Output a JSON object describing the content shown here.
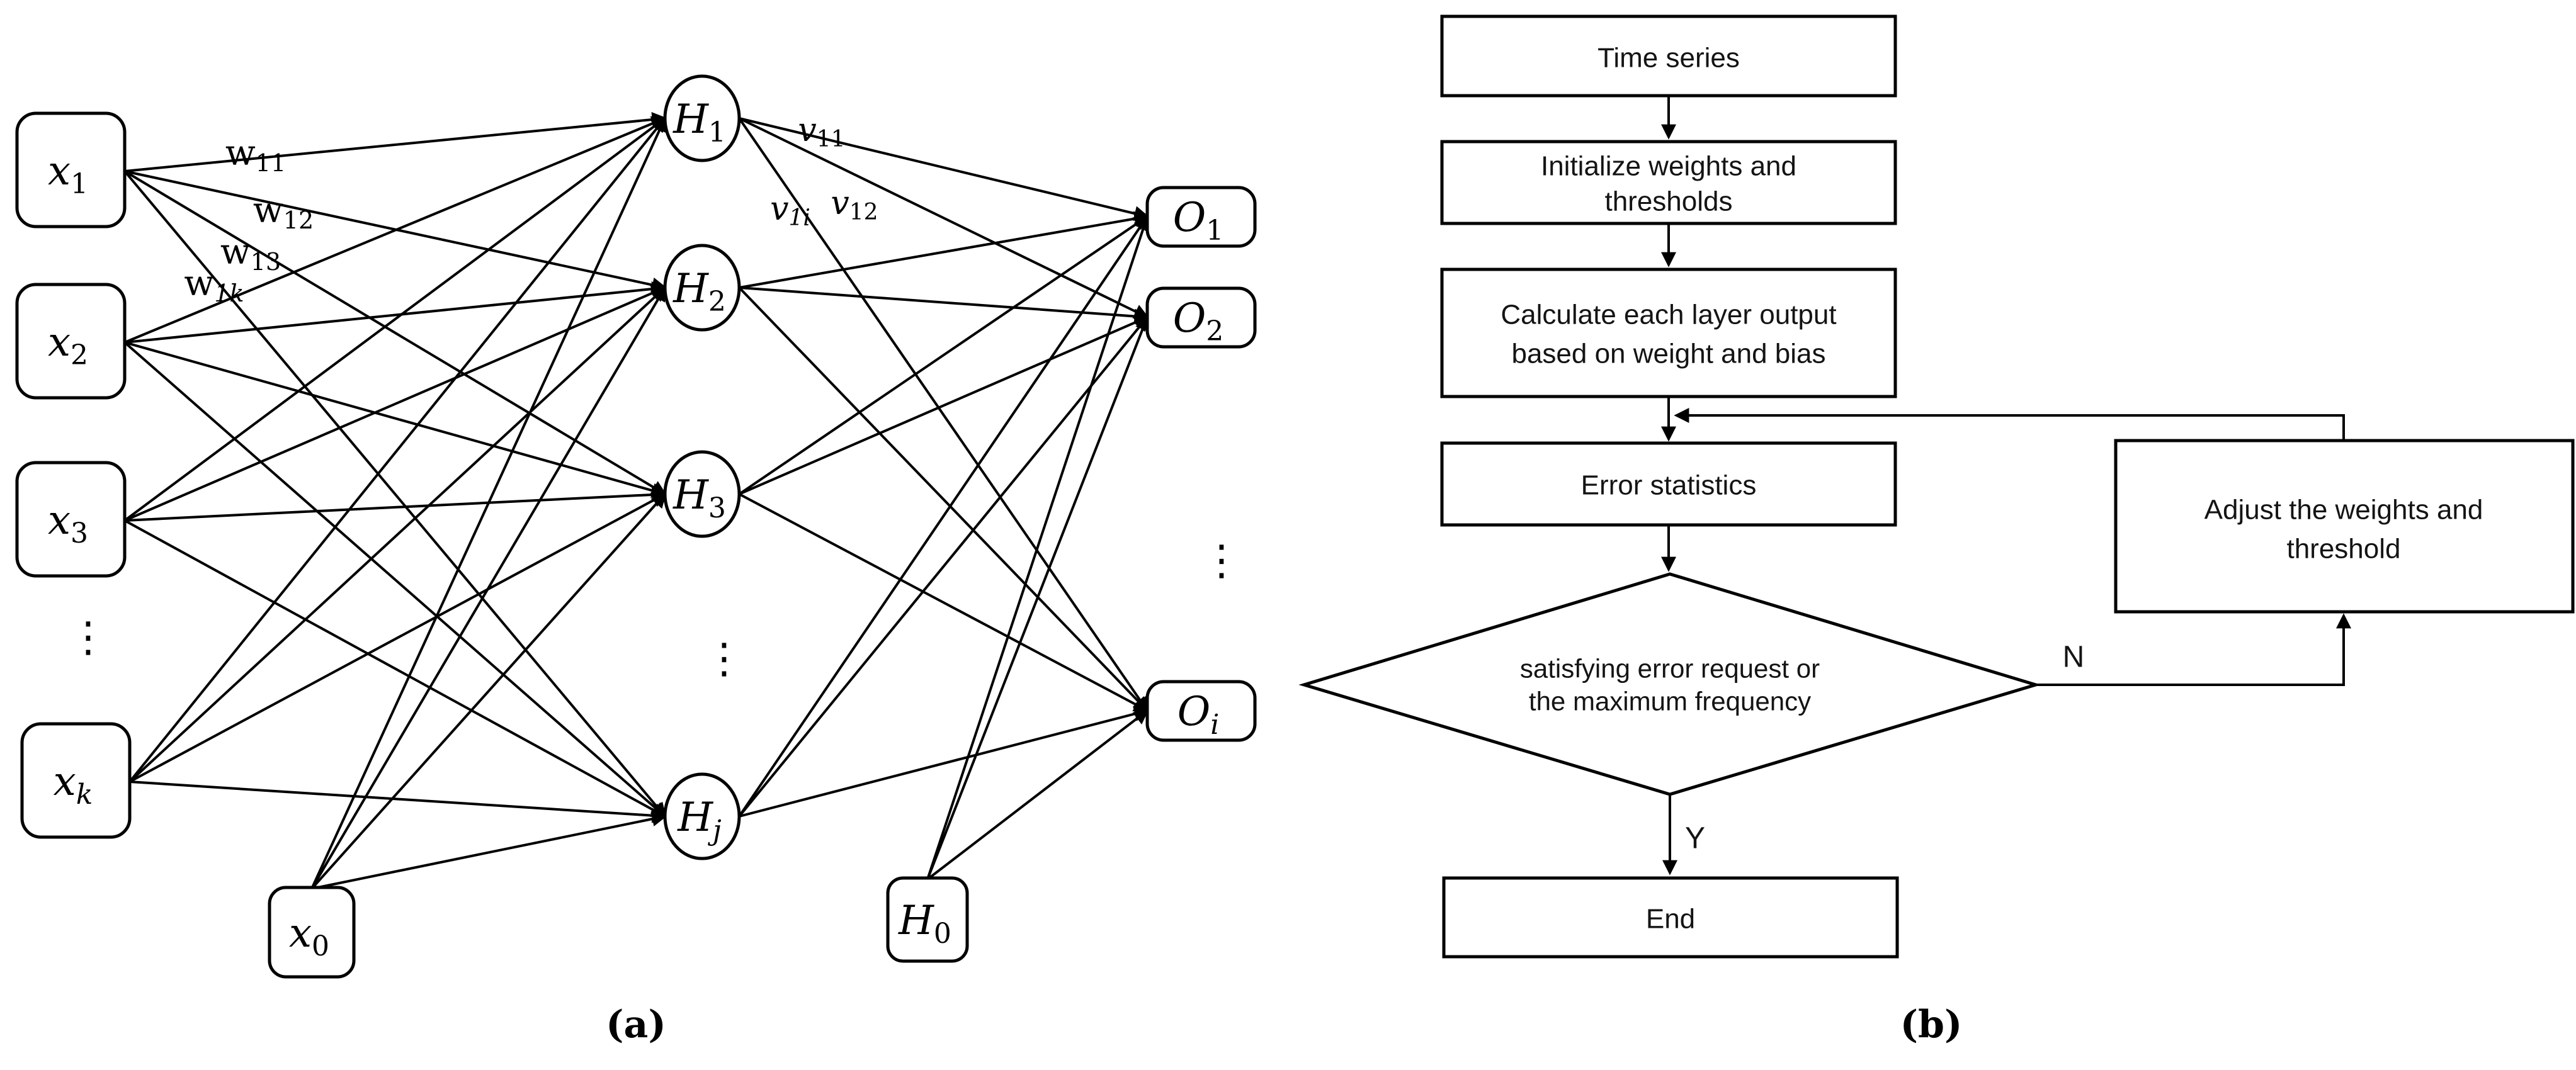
{
  "colors": {
    "ink": "#000000",
    "background": "#ffffff"
  },
  "panel_a": {
    "caption": "(a)",
    "ellipsis": "⋮",
    "input_nodes": [
      {
        "main": "x",
        "sub": "1"
      },
      {
        "main": "x",
        "sub": "2"
      },
      {
        "main": "x",
        "sub": "3"
      },
      {
        "main": "x",
        "sub": "k"
      },
      {
        "main": "x",
        "sub": "0"
      }
    ],
    "hidden_nodes": [
      {
        "main": "H",
        "sub": "1"
      },
      {
        "main": "H",
        "sub": "2"
      },
      {
        "main": "H",
        "sub": "3"
      },
      {
        "main": "H",
        "sub": "j"
      },
      {
        "main": "H",
        "sub": "0"
      }
    ],
    "output_nodes": [
      {
        "main": "O",
        "sub": "1"
      },
      {
        "main": "O",
        "sub": "2"
      },
      {
        "main": "O",
        "sub": "i"
      }
    ],
    "weight_labels": [
      {
        "main": "w",
        "sub": "11"
      },
      {
        "main": "w",
        "sub": "12"
      },
      {
        "main": "w",
        "sub": "13"
      },
      {
        "main": "w",
        "sub": "1k"
      }
    ],
    "v_labels": [
      {
        "main": "v",
        "sub": "11"
      },
      {
        "main": "v",
        "sub": "1i"
      },
      {
        "main": "v",
        "sub": "12"
      }
    ]
  },
  "panel_b": {
    "caption": "(b)",
    "steps": {
      "time_series": {
        "label": "Time series"
      },
      "initialize": {
        "line1": "Initialize weights and",
        "line2": "thresholds"
      },
      "calculate": {
        "line1": "Calculate each layer output",
        "line2": "based on weight and bias"
      },
      "error": {
        "label": "Error statistics"
      },
      "decision": {
        "line1": "satisfying error request or",
        "line2": "the maximum frequency"
      },
      "adjust": {
        "line1": "Adjust the weights and",
        "line2": "threshold"
      },
      "end": {
        "label": "End"
      }
    },
    "branch_labels": {
      "no": "N",
      "yes": "Y"
    }
  }
}
